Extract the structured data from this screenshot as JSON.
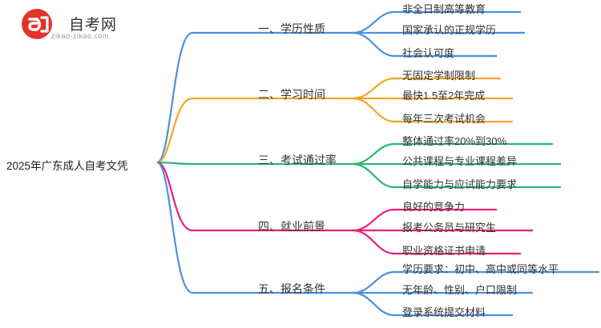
{
  "logo": {
    "title": "自考网",
    "subtitle": "zikao-zikao.com",
    "mark": "logo-icon",
    "color": "#e2342b"
  },
  "root": {
    "label": "2025年广东成人自考文凭"
  },
  "branches": [
    {
      "label": "一、学历性质",
      "color": "#4a90e2",
      "leaves": [
        "非全日制高等教育",
        "国家承认的正规学历",
        "社会认可度"
      ]
    },
    {
      "label": "二、学习时间",
      "color": "#f5a623",
      "leaves": [
        "无固定学制限制",
        "最快1.5至2年完成",
        "每年三次考试机会"
      ]
    },
    {
      "label": "三、考试通过率",
      "color": "#2bb673",
      "leaves": [
        "整体通过率20%到30%",
        "公共课程与专业课程差异",
        "自学能力与应试能力要求"
      ]
    },
    {
      "label": "四、就业前景",
      "color": "#ec1e79",
      "leaves": [
        "良好的竞争力",
        "报考公务员与研究生",
        "职业资格证书申请"
      ]
    },
    {
      "label": "五、报名条件",
      "color": "#4a90e2",
      "leaves": [
        "学历要求：初中、高中或同等水平",
        "无年龄、性别、户口限制",
        "登录系统提交材料"
      ]
    }
  ]
}
